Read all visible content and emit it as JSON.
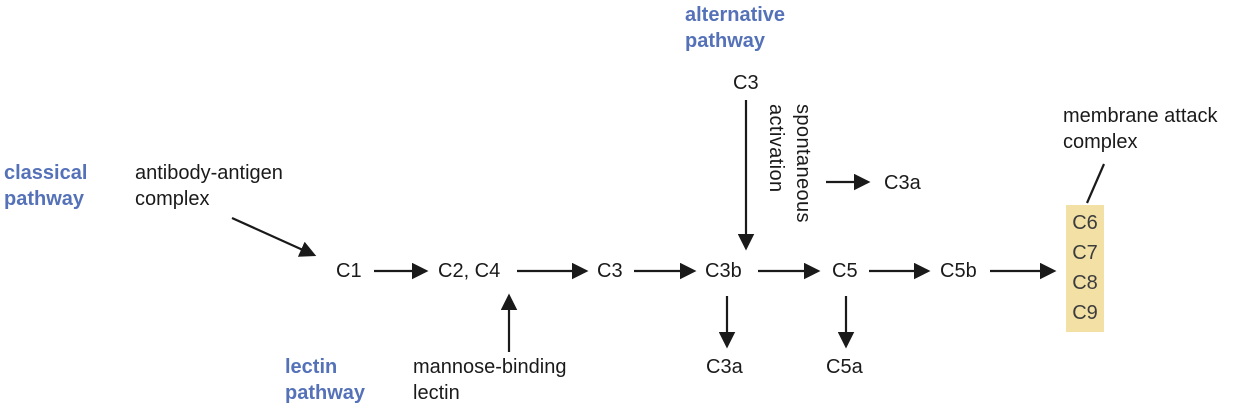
{
  "diagram": {
    "pathway_labels": {
      "classical": "classical\npathway",
      "alternative": "alternative\npathway",
      "lectin": "lectin\npathway"
    },
    "annotations": {
      "antibody_antigen_complex": "antibody-antigen\ncomplex",
      "mannose_binding_lectin": "mannose-binding\nlectin",
      "spontaneous_activation": "spontaneous\nactivation",
      "membrane_attack_complex": "membrane attack\ncomplex"
    },
    "cascade": {
      "chain": [
        "C1",
        "C2, C4",
        "C3",
        "C3b",
        "C5",
        "C5b"
      ],
      "alternative_input": "C3",
      "byproducts": {
        "c3a_upper": "C3a",
        "c3a_lower": "C3a",
        "c5a": "C5a"
      },
      "membrane_attack_components": [
        "C6",
        "C7",
        "C8",
        "C9"
      ]
    },
    "colors": {
      "pathway_label_blue": "#5572b9",
      "mac_box_fill": "#f2e0a4",
      "text": "#1a1a1a"
    }
  }
}
